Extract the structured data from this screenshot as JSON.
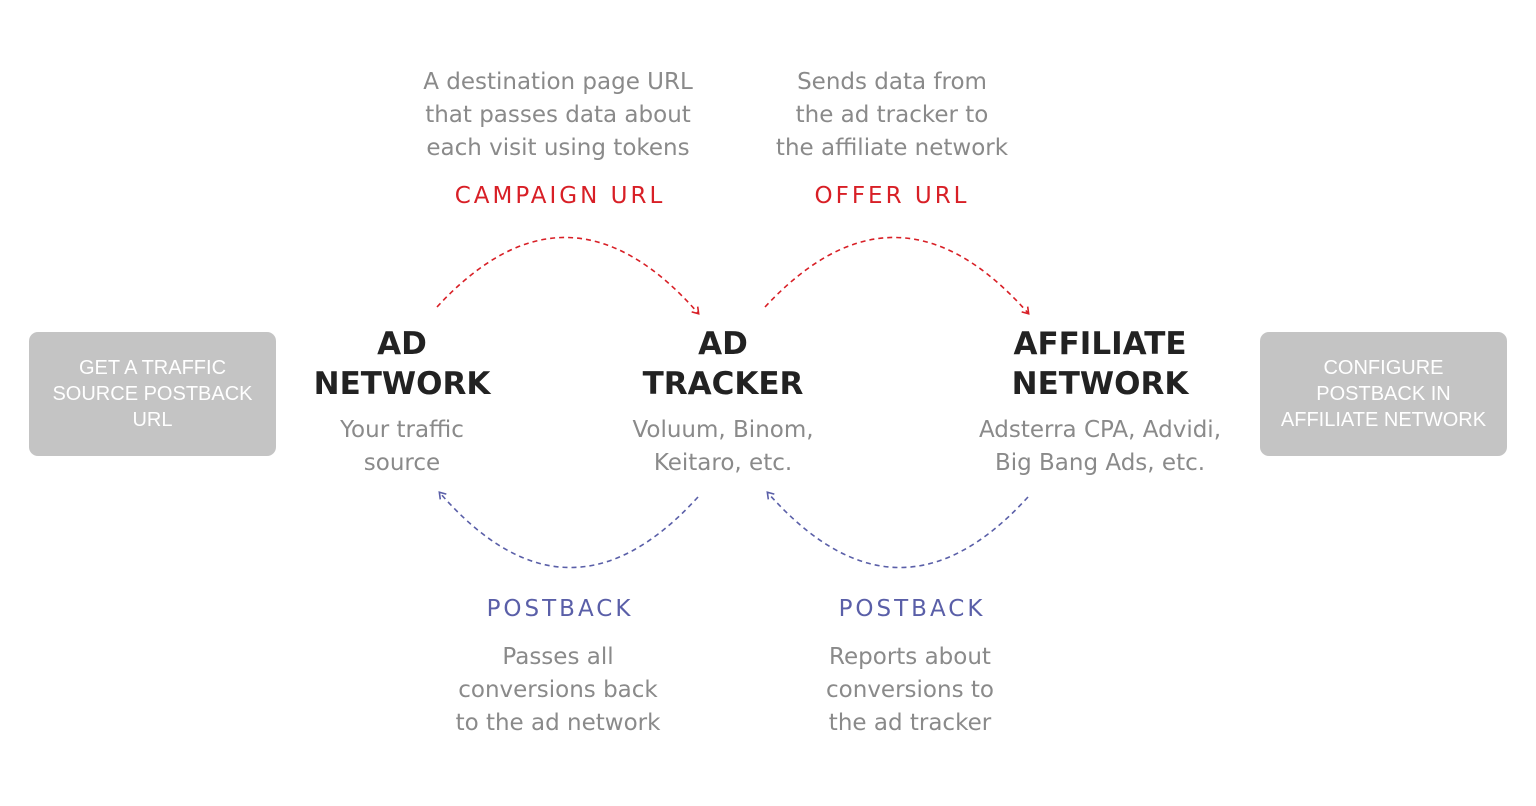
{
  "flows": {
    "campaign_url": {
      "label": "CAMPAIGN URL",
      "description": "A destination page URL\nthat passes data about\neach visit using tokens"
    },
    "offer_url": {
      "label": "OFFER URL",
      "description": "Sends data from\nthe ad tracker to\nthe affiliate network"
    },
    "postback_left": {
      "label": "POSTBACK",
      "description": "Passes all\nconversions back\nto the ad network"
    },
    "postback_right": {
      "label": "POSTBACK",
      "description": "Reports about\nconversions to\nthe ad tracker"
    }
  },
  "nodes": {
    "ad_network": {
      "title": "AD\nNETWORK",
      "subtitle": "Your traffic\nsource"
    },
    "ad_tracker": {
      "title": "AD\nTRACKER",
      "subtitle": "Voluum, Binom,\nKeitaro, etc."
    },
    "affiliate_network": {
      "title": "AFFILIATE\nNETWORK",
      "subtitle": "Adsterra CPA, Advidi,\nBig Bang Ads, etc."
    }
  },
  "side_boxes": {
    "left": "GET A TRAFFIC\nSOURCE POSTBACK\nURL",
    "right": "CONFIGURE\nPOSTBACK IN\nAFFILIATE NETWORK"
  },
  "colors": {
    "forward_flow": "#d81f26",
    "postback_flow": "#5a5fa8",
    "box_background": "#c4c4c4",
    "title_text": "#222222",
    "muted_text": "#8a8a8a"
  }
}
